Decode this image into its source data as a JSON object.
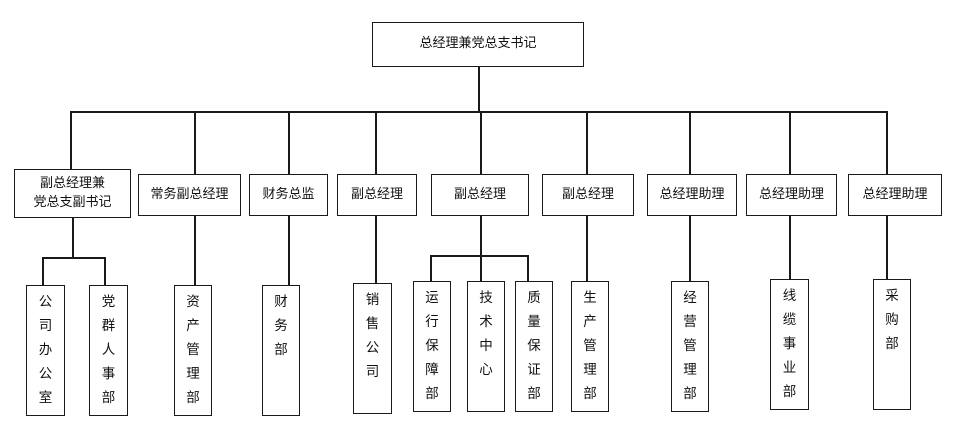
{
  "root": {
    "label": "总经理兼党总支书记"
  },
  "level2": [
    {
      "line1": "副总经理兼",
      "line2": "党总支副书记"
    },
    {
      "line1": "常务副总经理",
      "line2": ""
    },
    {
      "line1": "财务总监",
      "line2": ""
    },
    {
      "line1": "副总经理",
      "line2": ""
    },
    {
      "line1": "副总经理",
      "line2": ""
    },
    {
      "line1": "副总经理",
      "line2": ""
    },
    {
      "line1": "总经理助理",
      "line2": ""
    },
    {
      "line1": "总经理助理",
      "line2": ""
    },
    {
      "line1": "总经理助理",
      "line2": ""
    }
  ],
  "departments": [
    {
      "label": "公司办公室"
    },
    {
      "label": "党群人事部"
    },
    {
      "label": "资产管理部"
    },
    {
      "label": "财务部"
    },
    {
      "label": "销售公司"
    },
    {
      "label": "运行保障部"
    },
    {
      "label": "技术中心"
    },
    {
      "label": "质量保证部"
    },
    {
      "label": "生产管理部"
    },
    {
      "label": "经营管理部"
    },
    {
      "label": "线缆事业部"
    },
    {
      "label": "采购部"
    }
  ]
}
